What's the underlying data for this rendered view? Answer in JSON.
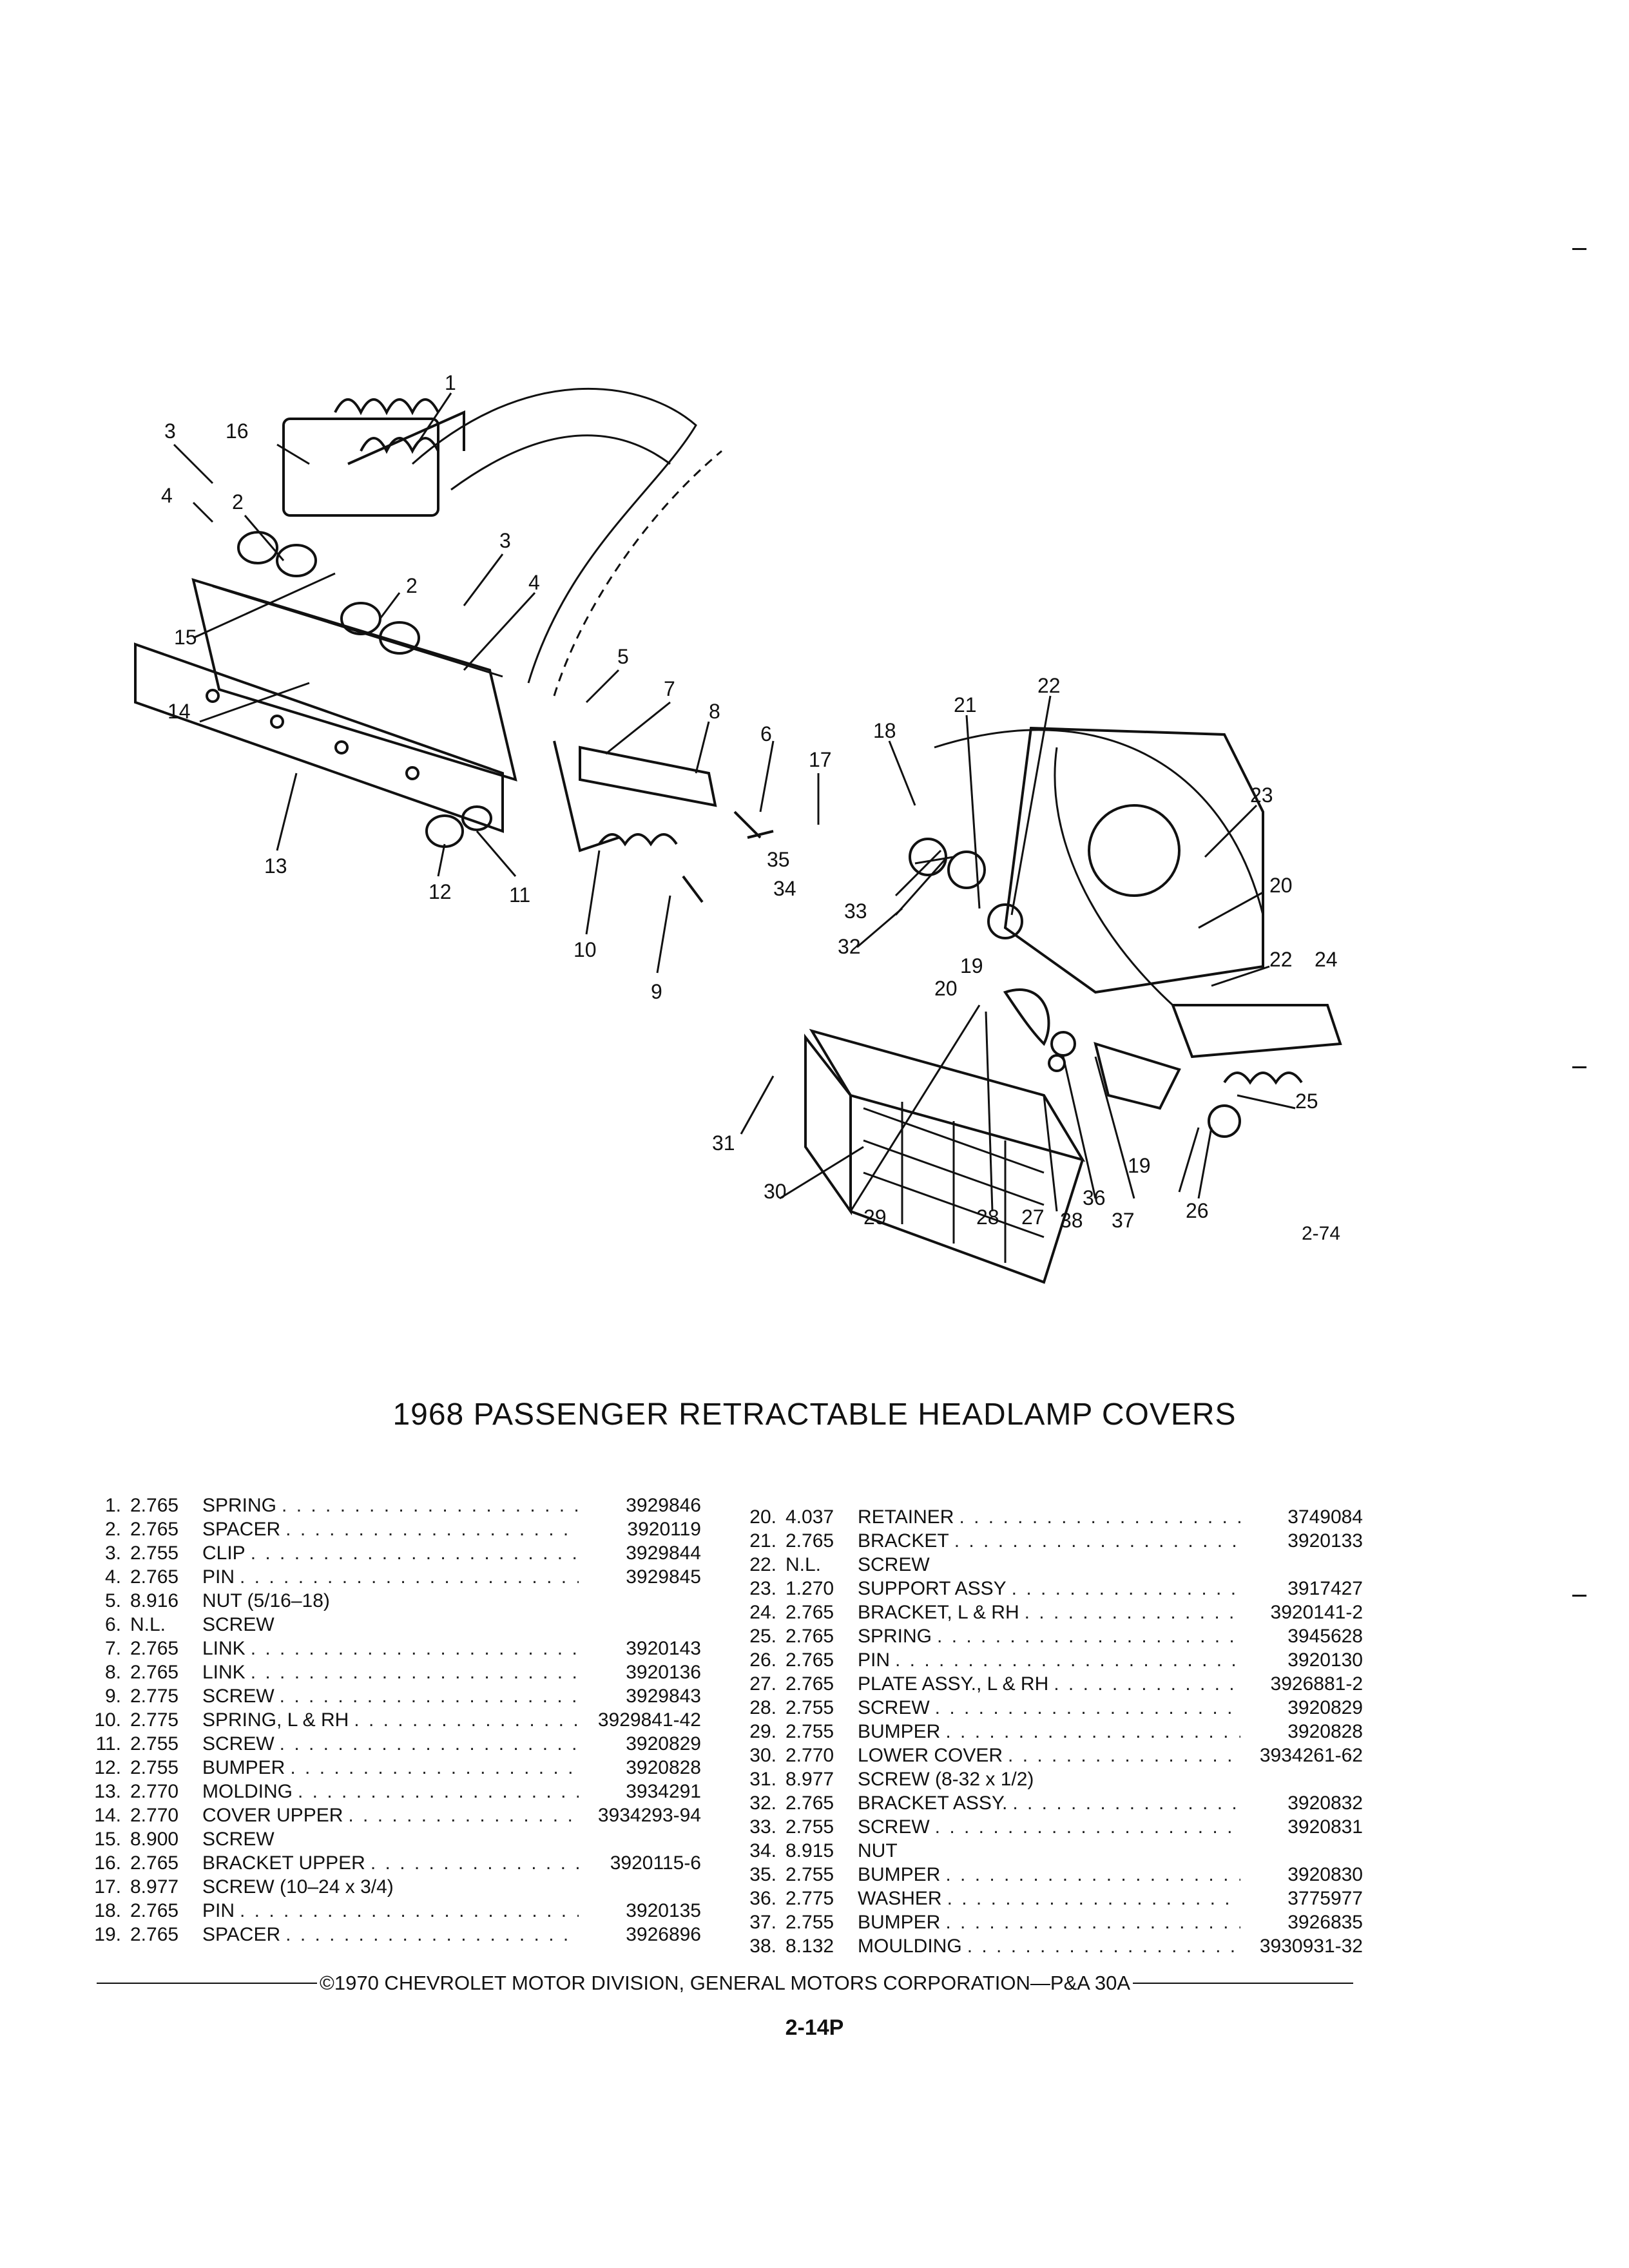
{
  "figure": {
    "number": "2-74",
    "callouts": [
      "1",
      "2",
      "3",
      "4",
      "5",
      "6",
      "7",
      "8",
      "9",
      "10",
      "11",
      "12",
      "13",
      "14",
      "15",
      "16",
      "17",
      "18",
      "19",
      "20",
      "21",
      "22",
      "23",
      "24",
      "25",
      "26",
      "27",
      "28",
      "29",
      "30",
      "31",
      "32",
      "33",
      "34",
      "35",
      "36",
      "37",
      "38"
    ]
  },
  "title": "1968 PASSENGER RETRACTABLE HEADLAMP COVERS",
  "parts_left": [
    {
      "num": "1.",
      "cls": "2.765",
      "desc": "SPRING",
      "pn": "3929846"
    },
    {
      "num": "2.",
      "cls": "2.765",
      "desc": "SPACER",
      "pn": "3920119"
    },
    {
      "num": "3.",
      "cls": "2.755",
      "desc": "CLIP",
      "pn": "3929844"
    },
    {
      "num": "4.",
      "cls": "2.765",
      "desc": "PIN",
      "pn": "3929845"
    },
    {
      "num": "5.",
      "cls": "8.916",
      "desc": "NUT (5/16–18)",
      "pn": ""
    },
    {
      "num": "6.",
      "cls": "N.L.",
      "desc": "SCREW",
      "pn": ""
    },
    {
      "num": "7.",
      "cls": "2.765",
      "desc": "LINK",
      "pn": "3920143"
    },
    {
      "num": "8.",
      "cls": "2.765",
      "desc": "LINK",
      "pn": "3920136"
    },
    {
      "num": "9.",
      "cls": "2.775",
      "desc": "SCREW",
      "pn": "3929843"
    },
    {
      "num": "10.",
      "cls": "2.775",
      "desc": "SPRING, L & RH",
      "pn": "3929841-42"
    },
    {
      "num": "11.",
      "cls": "2.755",
      "desc": "SCREW",
      "pn": "3920829"
    },
    {
      "num": "12.",
      "cls": "2.755",
      "desc": "BUMPER",
      "pn": "3920828"
    },
    {
      "num": "13.",
      "cls": "2.770",
      "desc": "MOLDING",
      "pn": "3934291"
    },
    {
      "num": "14.",
      "cls": "2.770",
      "desc": "COVER UPPER",
      "pn": "3934293-94"
    },
    {
      "num": "15.",
      "cls": "8.900",
      "desc": "SCREW",
      "pn": ""
    },
    {
      "num": "16.",
      "cls": "2.765",
      "desc": "BRACKET UPPER",
      "pn": "3920115-6"
    },
    {
      "num": "17.",
      "cls": "8.977",
      "desc": "SCREW (10–24 x 3/4)",
      "pn": ""
    },
    {
      "num": "18.",
      "cls": "2.765",
      "desc": "PIN",
      "pn": "3920135"
    },
    {
      "num": "19.",
      "cls": "2.765",
      "desc": "SPACER",
      "pn": "3926896"
    }
  ],
  "parts_right": [
    {
      "num": "20.",
      "cls": "4.037",
      "desc": "RETAINER",
      "pn": "3749084"
    },
    {
      "num": "21.",
      "cls": "2.765",
      "desc": "BRACKET",
      "pn": "3920133"
    },
    {
      "num": "22.",
      "cls": "N.L.",
      "desc": "SCREW",
      "pn": ""
    },
    {
      "num": "23.",
      "cls": "1.270",
      "desc": "SUPPORT ASSY",
      "pn": "3917427"
    },
    {
      "num": "24.",
      "cls": "2.765",
      "desc": "BRACKET, L & RH",
      "pn": "3920141-2"
    },
    {
      "num": "25.",
      "cls": "2.765",
      "desc": "SPRING",
      "pn": "3945628"
    },
    {
      "num": "26.",
      "cls": "2.765",
      "desc": "PIN",
      "pn": "3920130"
    },
    {
      "num": "27.",
      "cls": "2.765",
      "desc": "PLATE ASSY., L & RH",
      "pn": "3926881-2"
    },
    {
      "num": "28.",
      "cls": "2.755",
      "desc": "SCREW",
      "pn": "3920829"
    },
    {
      "num": "29.",
      "cls": "2.755",
      "desc": "BUMPER",
      "pn": "3920828"
    },
    {
      "num": "30.",
      "cls": "2.770",
      "desc": "LOWER COVER",
      "pn": "3934261-62"
    },
    {
      "num": "31.",
      "cls": "8.977",
      "desc": "SCREW (8-32 x 1/2)",
      "pn": ""
    },
    {
      "num": "32.",
      "cls": "2.765",
      "desc": "BRACKET ASSY.",
      "pn": "3920832"
    },
    {
      "num": "33.",
      "cls": "2.755",
      "desc": "SCREW",
      "pn": "3920831"
    },
    {
      "num": "34.",
      "cls": "8.915",
      "desc": "NUT",
      "pn": ""
    },
    {
      "num": "35.",
      "cls": "2.755",
      "desc": "BUMPER",
      "pn": "3920830"
    },
    {
      "num": "36.",
      "cls": "2.775",
      "desc": "WASHER",
      "pn": "3775977"
    },
    {
      "num": "37.",
      "cls": "2.755",
      "desc": "BUMPER",
      "pn": "3926835"
    },
    {
      "num": "38.",
      "cls": "8.132",
      "desc": "MOULDING",
      "pn": "3930931-32"
    }
  ],
  "copyright": "©1970 CHEVROLET MOTOR DIVISION, GENERAL MOTORS CORPORATION—P&A 30A",
  "page_number": "2-14P"
}
